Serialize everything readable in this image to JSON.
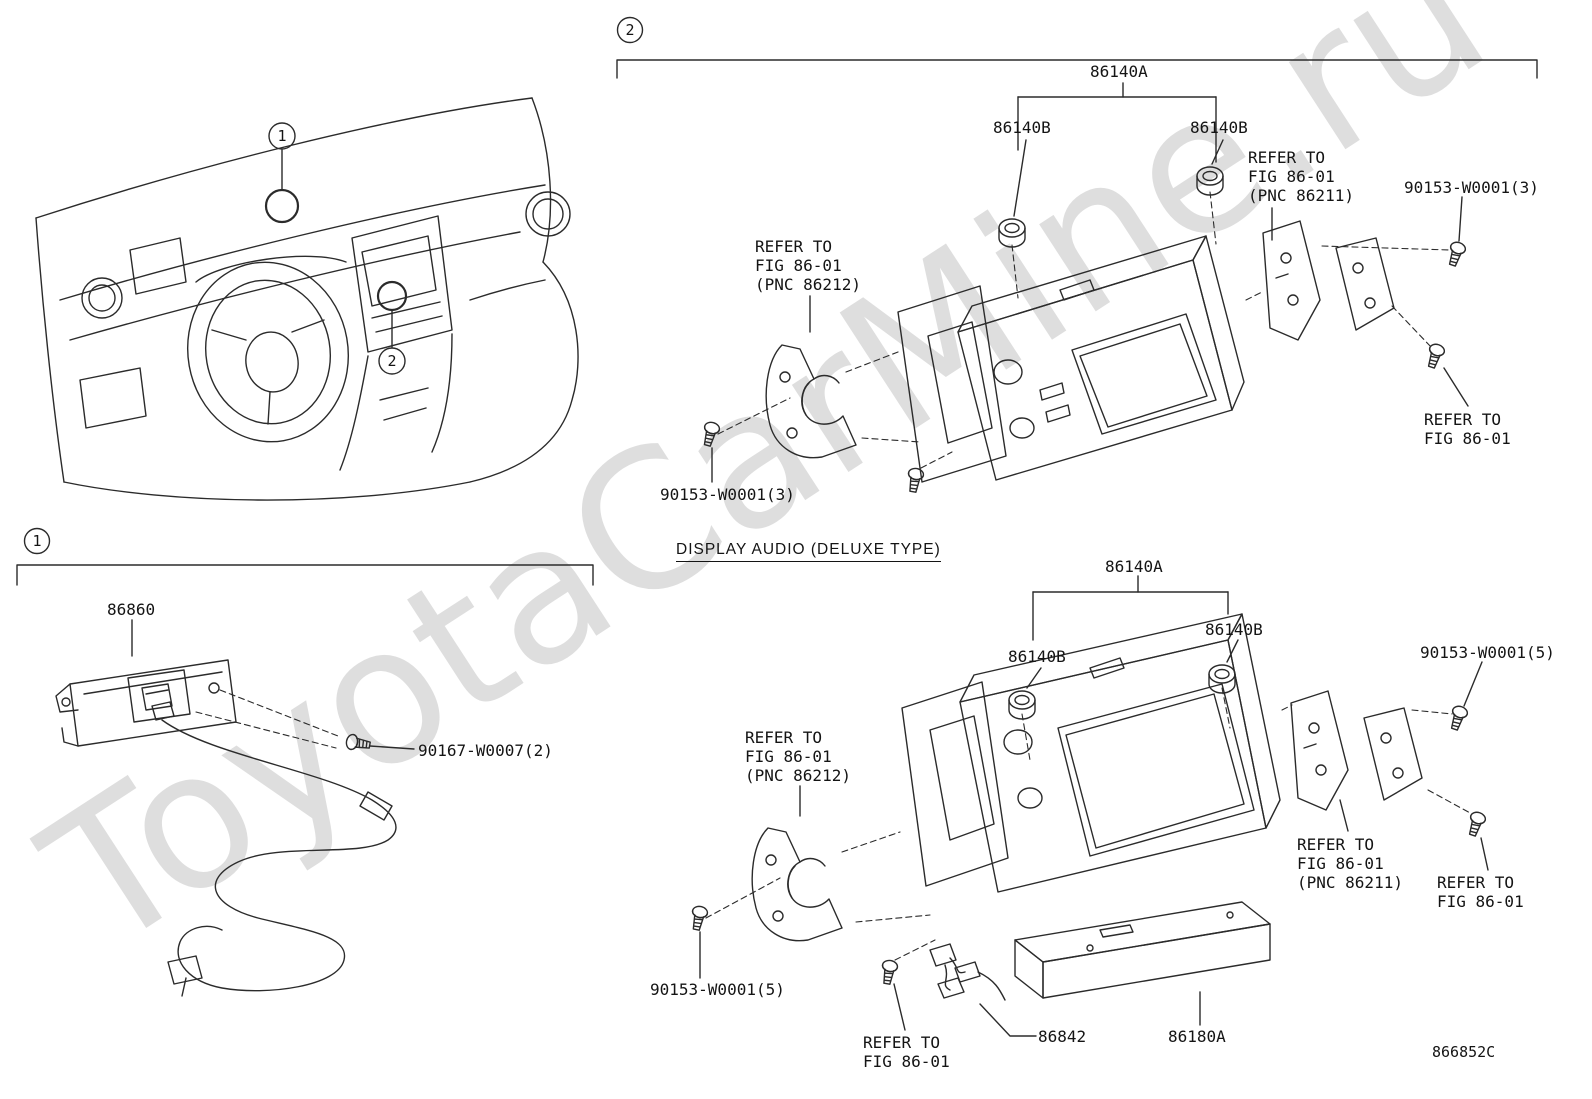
{
  "page": {
    "watermark": "ToyotaCarMine.ru",
    "drawing_code": "866852C"
  },
  "dashboard": {
    "callout1": "1",
    "callout2": "2"
  },
  "section_top": {
    "callout": "2",
    "labels": {
      "unit": "86140A",
      "knob_left": "86140B",
      "knob_right": "86140B",
      "refer_86211": "REFER TO\nFIG 86-01\n(PNC 86211)",
      "screw_right": "90153-W0001(3)",
      "refer_86212": "REFER TO\nFIG 86-01\n(PNC 86212)",
      "screw_left": "90153-W0001(3)",
      "refer_right": "REFER TO\nFIG 86-01"
    }
  },
  "deluxe_title": "DISPLAY AUDIO (DELUXE TYPE)",
  "section_deluxe": {
    "labels": {
      "unit": "86140A",
      "knob_left": "86140B",
      "knob_right": "86140B",
      "screw_top_right": "90153-W0001(5)",
      "refer_86212": "REFER TO\nFIG 86-01\n(PNC 86212)",
      "refer_86211": "REFER TO\nFIG 86-01\n(PNC 86211)",
      "refer_right": "REFER TO\nFIG 86-01",
      "screw_left": "90153-W0001(5)",
      "refer_bottom": "REFER TO\nFIG 86-01",
      "harness": "86842",
      "amplifier": "86180A"
    }
  },
  "section_one": {
    "callout": "1",
    "labels": {
      "amplifier_antenna": "86860",
      "screw": "90167-W0007(2)"
    }
  }
}
